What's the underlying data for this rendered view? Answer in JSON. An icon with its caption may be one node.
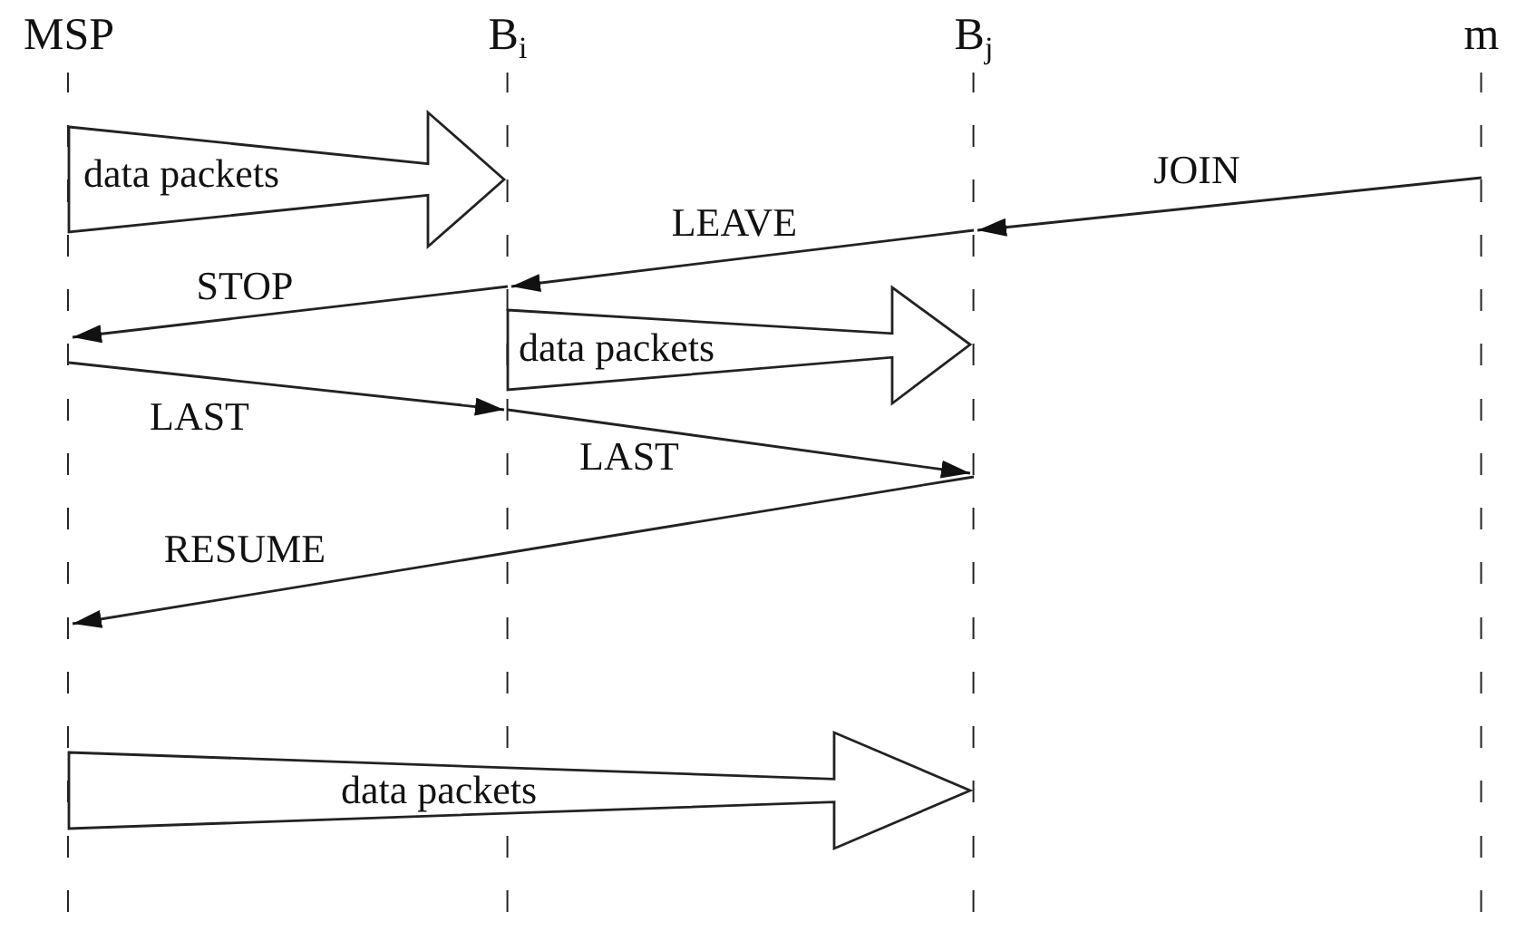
{
  "diagram": {
    "nodes": [
      {
        "text": [
          "MSP"
        ]
      },
      {
        "text": [
          "B$_{i}$"
        ]
      },
      {
        "text": [
          "B$_{j}$"
        ]
      },
      {
        "text": [
          "m"
        ]
      }
    ],
    "edges": [
      {
        "from": 0,
        "to": 1,
        "arrow": "to",
        "label": "data packets",
        "style": "thick"
      },
      {
        "from": 3,
        "to": 2,
        "arrow": "to",
        "label": "JOIN"
      },
      {
        "from": 2,
        "to": 1,
        "arrow": "to",
        "label": "LEAVE"
      },
      {
        "from": 1,
        "to": 0,
        "arrow": "to",
        "label": "STOP"
      },
      {
        "from": 1,
        "to": 2,
        "arrow": "to",
        "label": "data packets",
        "style": "thick"
      },
      {
        "from": 0,
        "to": 1,
        "arrow": "to",
        "label": "LAST"
      },
      {
        "from": 1,
        "to": 2,
        "arrow": "to",
        "label": "LAST"
      },
      {
        "from": 2,
        "to": 0,
        "arrow": "to",
        "label": "RESUME"
      },
      {
        "from": 0,
        "to": 2,
        "arrow": "to",
        "label": "data packets",
        "style": "thick"
      }
    ]
  }
}
